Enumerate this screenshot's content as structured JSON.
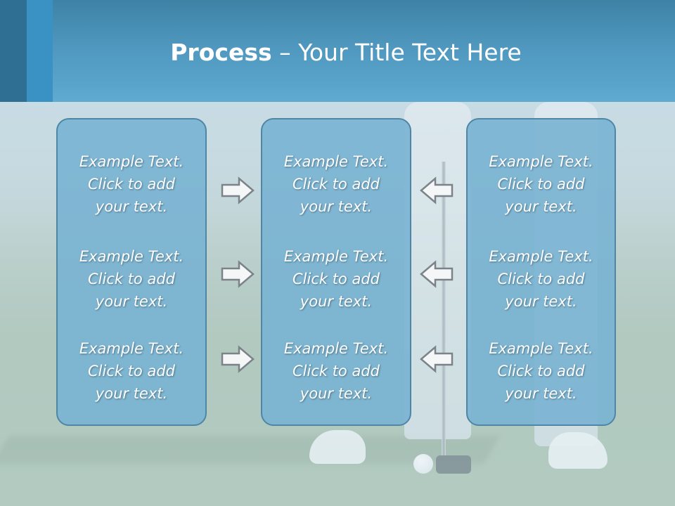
{
  "title": {
    "bold": "Process",
    "rest": " – Your Title Text Here"
  },
  "columns": [
    {
      "items": [
        "Example Text.\nClick  to add\nyour text.",
        "Example Text.\nClick  to add\nyour text.",
        "Example Text.\nClick  to add\nyour text."
      ]
    },
    {
      "items": [
        "Example Text.\nClick  to add\nyour text.",
        "Example Text.\nClick  to add\nyour text.",
        "Example Text.\nClick  to add\nyour text."
      ]
    },
    {
      "items": [
        "Example Text.\nClick  to add\nyour text.",
        "Example Text.\nClick  to add\nyour text.",
        "Example Text.\nClick  to add\nyour text."
      ]
    }
  ],
  "arrows": {
    "left_column": [
      "right-arrow-icon",
      "right-arrow-icon",
      "right-arrow-icon"
    ],
    "right_column": [
      "left-arrow-icon",
      "left-arrow-icon",
      "left-arrow-icon"
    ]
  },
  "colors": {
    "header": "#4f97be",
    "box_fill": "#76b2d2",
    "box_border": "#4f86a6",
    "text": "#ffffff"
  }
}
